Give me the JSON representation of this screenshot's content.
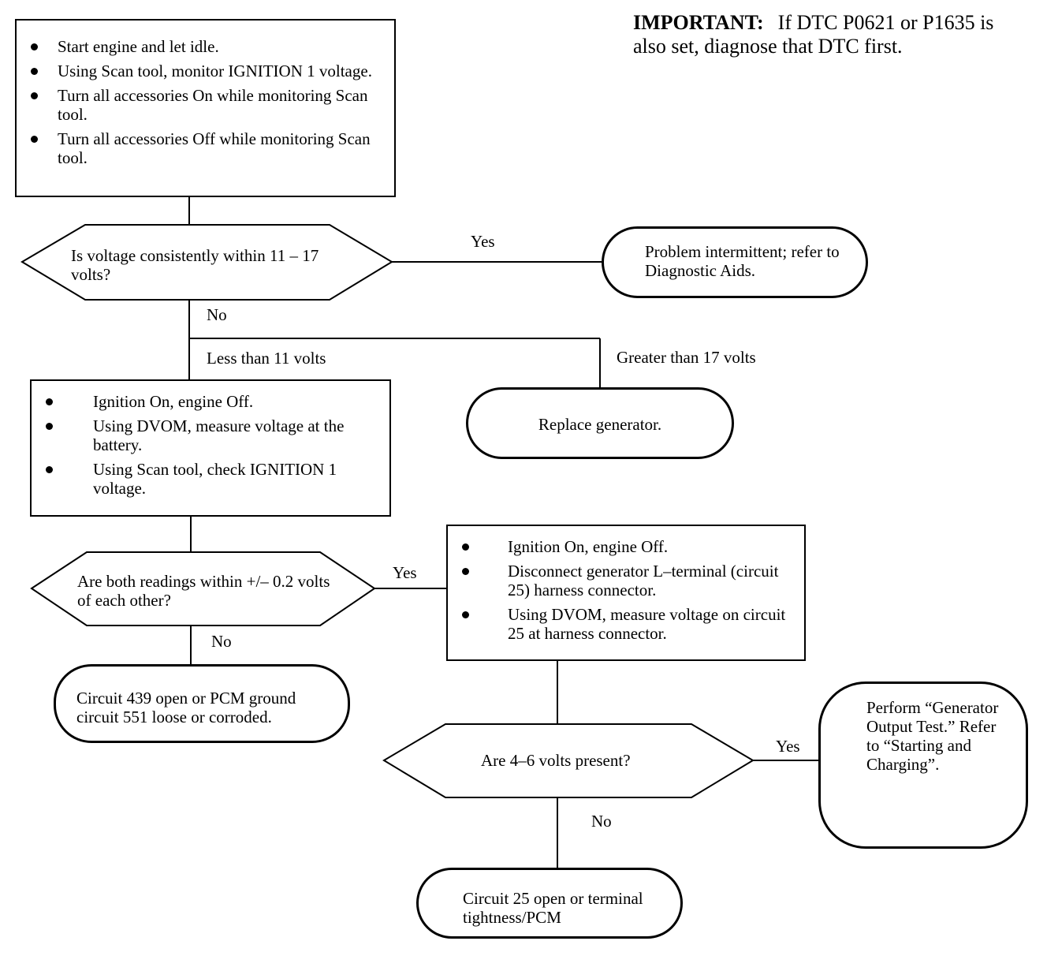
{
  "important": {
    "heading": "IMPORTANT:",
    "text": "If DTC P0621 or P1635 is also set, diagnose that DTC first."
  },
  "step1": {
    "bullets": [
      "Start engine and let idle.",
      "Using Scan tool, monitor IGNITION 1 voltage.",
      "Turn all accessories On while monitoring Scan tool.",
      "Turn all accessories Off while monitoring Scan tool."
    ]
  },
  "decision1": {
    "question": "Is voltage consistently within 11 – 17 volts?",
    "yes_label": "Yes",
    "no_label": "No"
  },
  "result_intermittent": "Problem intermittent; refer to Diagnostic Aids.",
  "branch": {
    "less_label": "Less than 11 volts",
    "greater_label": "Greater than 17 volts"
  },
  "result_replace": "Replace generator.",
  "step2": {
    "bullets": [
      "Ignition On, engine Off.",
      "Using DVOM, measure voltage at the battery.",
      "Using Scan tool, check IGNITION 1 voltage."
    ]
  },
  "decision2": {
    "question": "Are both readings within +/– 0.2 volts of each other?",
    "yes_label": "Yes",
    "no_label": "No"
  },
  "result_circuit439": "Circuit 439 open or PCM ground circuit 551 loose or corroded.",
  "step3": {
    "bullets": [
      "Ignition On, engine Off.",
      "Disconnect generator L–terminal (circuit 25) harness connector.",
      "Using DVOM, measure voltage on circuit 25 at harness connector."
    ]
  },
  "decision3": {
    "question": "Are 4–6 volts present?",
    "yes_label": "Yes",
    "no_label": "No"
  },
  "result_generator_test": "Perform “Generator Output Test.” Refer to “Starting and Charging”.",
  "result_circuit25": "Circuit 25 open or terminal tightness/PCM"
}
